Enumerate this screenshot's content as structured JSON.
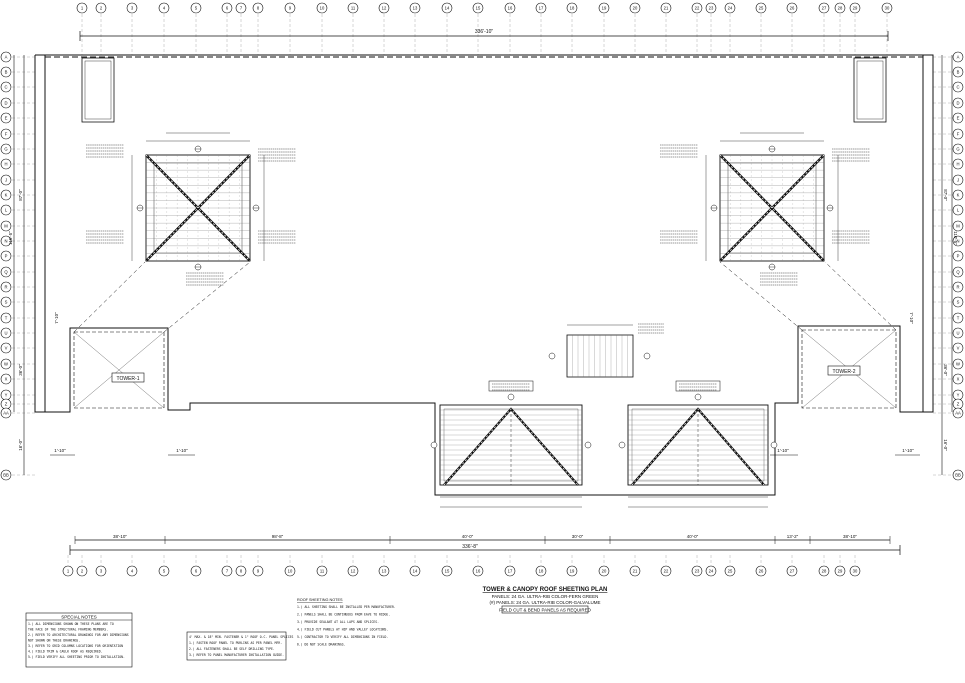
{
  "drawing": {
    "title": "TOWER & CANOPY ROOF SHEETING PLAN",
    "subtitle_lines": [
      "PANELS: 24 GA. ULTRA-RIB COLOR-FERN GREEN",
      "(#) PANELS: 24 GA. ULTRA-RIB COLOR-GALVALUME"
    ],
    "boxed_note": "FIELD CUT & BEND PANELS AS REQUIRED"
  },
  "grid": {
    "top_bubbles": [
      "1",
      "2",
      "3",
      "4",
      "5",
      "6",
      "7",
      "8",
      "9",
      "10",
      "11",
      "12",
      "13",
      "14",
      "15",
      "16",
      "17",
      "18",
      "19",
      "20",
      "21",
      "22",
      "23",
      "24",
      "25",
      "26",
      "27",
      "28",
      "29",
      "30"
    ],
    "bottom_bubbles": [
      "1",
      "2",
      "3",
      "4",
      "5",
      "6",
      "7",
      "8",
      "9",
      "10",
      "11",
      "12",
      "13",
      "14",
      "15",
      "16",
      "17",
      "18",
      "19",
      "20",
      "21",
      "22",
      "23",
      "24",
      "25",
      "26",
      "27",
      "28",
      "29",
      "30"
    ],
    "left_bubbles": [
      "A",
      "B",
      "C",
      "D",
      "E",
      "F",
      "G",
      "H",
      "J",
      "K",
      "L",
      "M",
      "N",
      "P",
      "Q",
      "R",
      "S",
      "T",
      "U",
      "V",
      "W",
      "X",
      "Y",
      "Z",
      "AA",
      "BB"
    ],
    "right_bubbles": [
      "A",
      "B",
      "C",
      "D",
      "E",
      "F",
      "G",
      "H",
      "J",
      "K",
      "L",
      "M",
      "N",
      "P",
      "Q",
      "R",
      "S",
      "T",
      "U",
      "V",
      "W",
      "X",
      "Y",
      "Z",
      "AA",
      "BB"
    ]
  },
  "dimensions": {
    "overall_top": "336'-10\"",
    "overall_bottom": "336'-8\"",
    "bottom_segments": [
      "38'-10\"",
      "98'-8\"",
      "40'-0\"",
      "30'-0\"",
      "40'-0\"",
      "13'-2\"",
      "38'-10\""
    ],
    "left_side": [
      "87'-0\"",
      "110'-5\"",
      "36'-0\"",
      "7'-10\"",
      "16'-0\""
    ],
    "right_side": [
      "87'-0\"",
      "110'-5\"",
      "36'-0\"",
      "7'-10\"",
      "16'-0\""
    ],
    "small_dims": [
      "1'-10\"",
      "1'-10\"",
      "1'-10\"",
      "1'-10\""
    ]
  },
  "labels": {
    "tower_left": "TOWER-1",
    "tower_right": "TOWER-2"
  },
  "notes": {
    "special_heading": "SPECIAL NOTES",
    "special_lines": [
      "1.) ALL DIMENSIONS SHOWN ON THESE PLANS ARE TO",
      "    THE FACE OF THE STRUCTURAL FRAMING MEMBERS.",
      "2.) REFER TO ARCHITECTURAL DRAWINGS FOR ANY DIMENSIONS",
      "    NOT SHOWN ON THESE DRAWINGS.",
      "3.) REFER TO GRID COLUMNS LOCATIONS FOR ORIENTATION",
      "4.) FIELD TRIM & CAULK ROOF AS REQUIRED.",
      "5.) FIELD VERIFY ALL SHEETING PRIOR TO INSTALLATION."
    ],
    "middle_lines": [
      "4' MAX. & 18\" MIN. FASTENER & 1\" ROOF O.C. PANEL SPLICES",
      "1.) FASTEN ROOF PANEL TO PURLINS AS PER PANEL MFR.",
      "2.) ALL FASTENERS SHALL BE SELF DRILLING TYPE.",
      "3.) REFER TO PANEL MANUFACTURER INSTALLATION GUIDE."
    ],
    "right_heading": "ROOF SHEETING NOTES",
    "right_lines": [
      "1.) ALL SHEETING SHALL BE INSTALLED PER MANUFACTURER.",
      "2.) PANELS SHALL BE CONTINUOUS FROM EAVE TO RIDGE.",
      "3.) PROVIDE SEALANT AT ALL LAPS AND SPLICES.",
      "4.) FIELD CUT PANELS AT HIP AND VALLEY LOCATIONS.",
      "5.) CONTRACTOR TO VERIFY ALL DIMENSIONS IN FIELD.",
      "6.) DO NOT SCALE DRAWINGS."
    ]
  }
}
